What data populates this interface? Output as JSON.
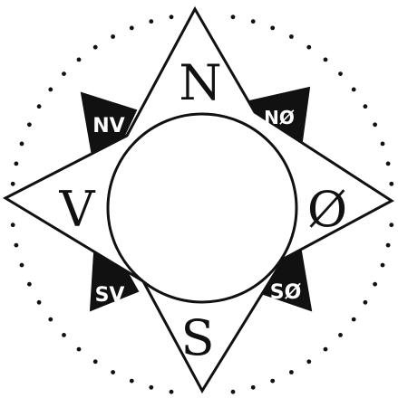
{
  "colors": {
    "ink": "#111111",
    "paper": "#ffffff"
  },
  "cardinals": {
    "north": "N",
    "south": "S",
    "west": "V",
    "east": "Ø"
  },
  "intercardinals": {
    "northwest": "NV",
    "northeast": "NØ",
    "southwest": "SV",
    "southeast": "SØ"
  }
}
